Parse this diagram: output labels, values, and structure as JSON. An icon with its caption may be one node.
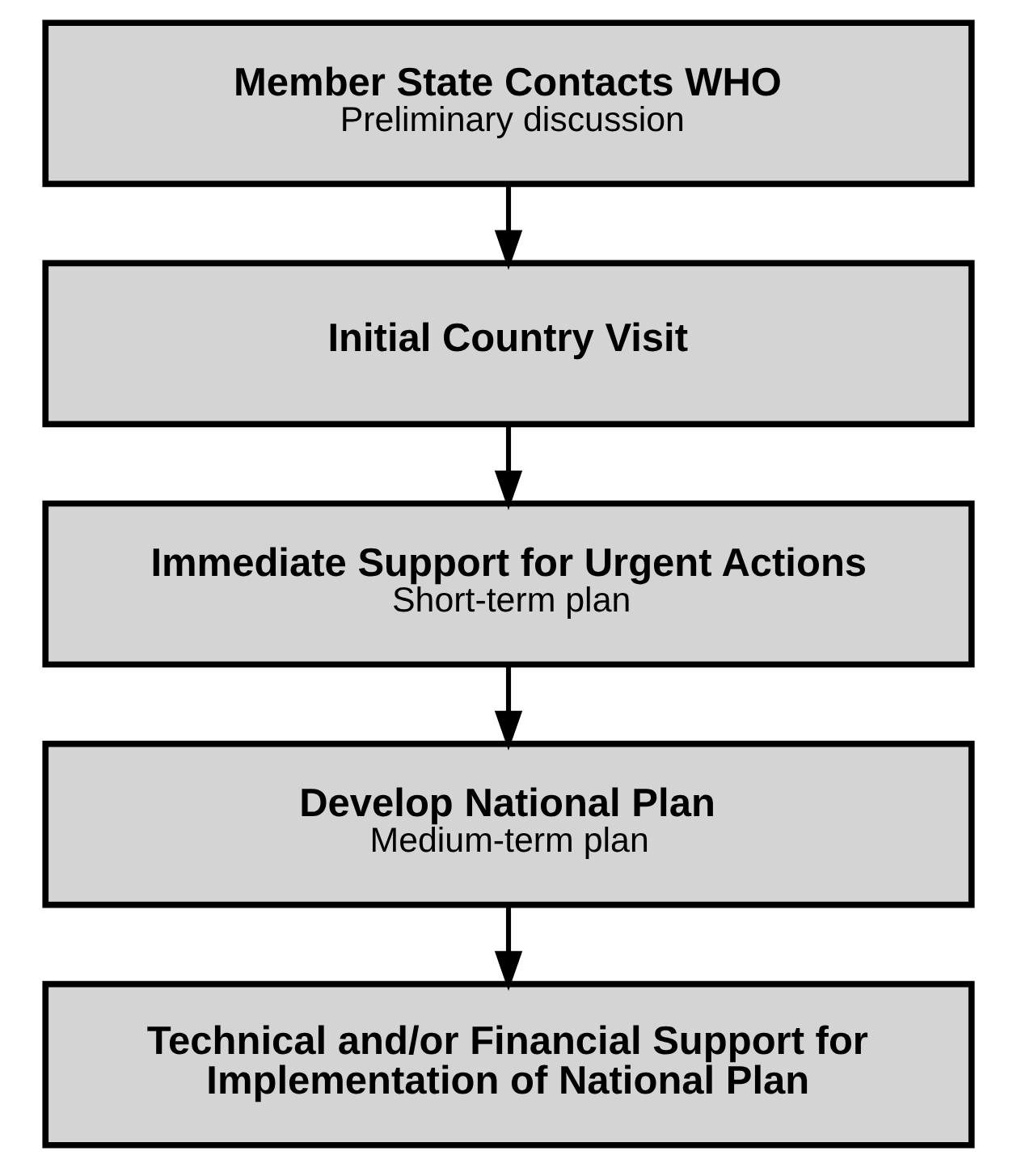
{
  "diagram": {
    "nodes": [
      {
        "text": [
          "Member State Contacts WHO",
          "Preliminary discussion"
        ]
      },
      {
        "text": [
          "Initial Country Visit"
        ]
      },
      {
        "text": [
          "Immediate Support for Urgent Actions",
          "Short-term plan"
        ]
      },
      {
        "text": [
          "Develop National Plan",
          "Medium-term plan"
        ]
      },
      {
        "text": [
          "Technical and/or Financial Support for Implementation of National Plan"
        ]
      }
    ],
    "edges": [
      {
        "from": 0,
        "to": 1,
        "arrow": "to"
      },
      {
        "from": 1,
        "to": 2,
        "arrow": "to"
      },
      {
        "from": 2,
        "to": 3,
        "arrow": "to"
      },
      {
        "from": 3,
        "to": 4,
        "arrow": "to"
      }
    ]
  }
}
